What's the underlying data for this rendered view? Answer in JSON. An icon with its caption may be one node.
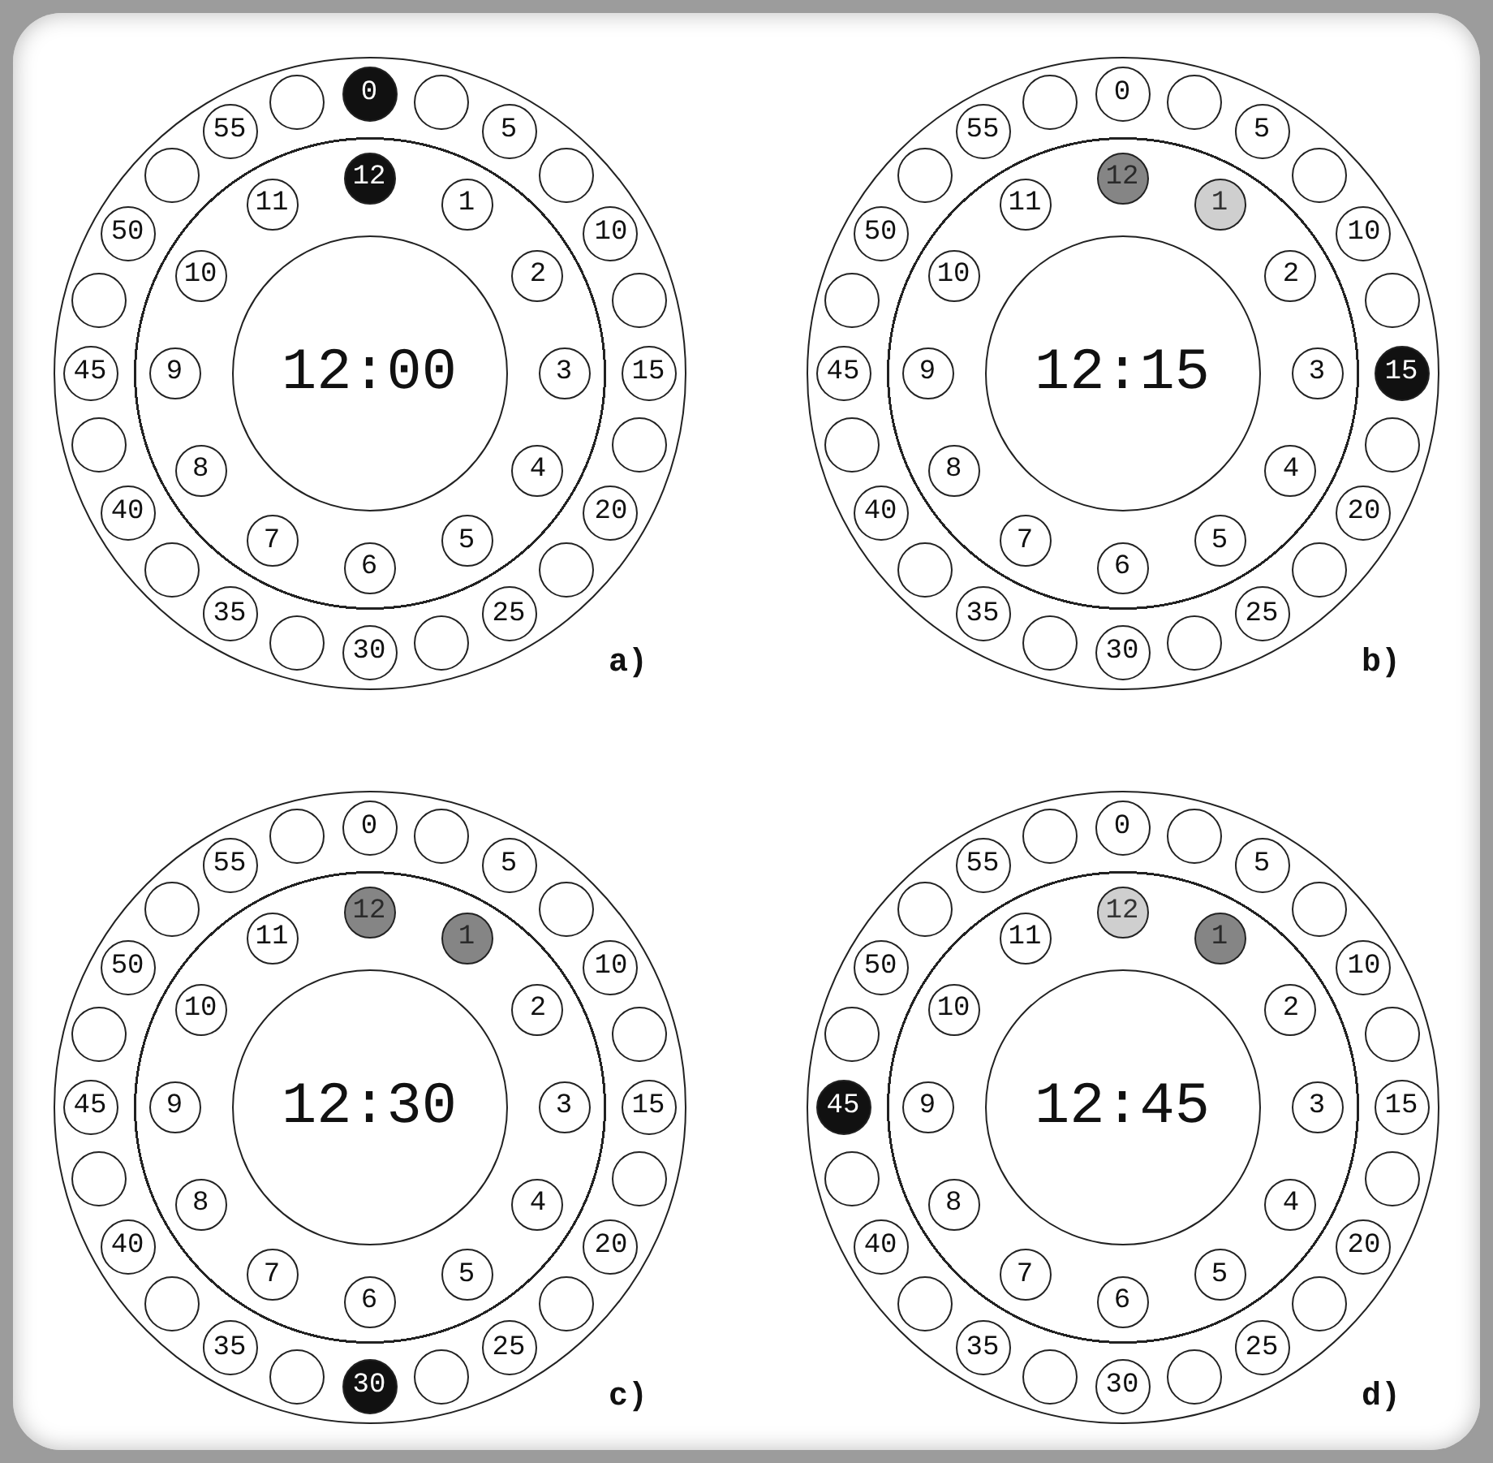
{
  "diagram": {
    "nodes": [
      {
        "text": [],
        "shape": "circle",
        "beside": [
          "a)"
        ]
      },
      {
        "text": [
          "0"
        ],
        "in": 0
      },
      {
        "text": [],
        "shape": "circle",
        "in": 0
      },
      {
        "text": [
          "5"
        ],
        "in": 0
      },
      {
        "text": [],
        "shape": "circle",
        "in": 0
      },
      {
        "text": [
          "10"
        ],
        "in": 0
      },
      {
        "text": [],
        "shape": "circle",
        "in": 0
      },
      {
        "text": [
          "15"
        ],
        "in": 0
      },
      {
        "text": [],
        "shape": "circle",
        "in": 0
      },
      {
        "text": [
          "20"
        ],
        "in": 0
      },
      {
        "text": [],
        "shape": "circle",
        "in": 0
      },
      {
        "text": [
          "25"
        ],
        "in": 0
      },
      {
        "text": [],
        "shape": "circle",
        "in": 0
      },
      {
        "text": [
          "30"
        ],
        "in": 0
      },
      {
        "text": [],
        "shape": "circle",
        "in": 0
      },
      {
        "text": [
          "35"
        ],
        "in": 0
      },
      {
        "text": [],
        "shape": "circle",
        "in": 0
      },
      {
        "text": [
          "40"
        ],
        "in": 0
      },
      {
        "text": [],
        "shape": "circle",
        "in": 0
      },
      {
        "text": [
          "45"
        ],
        "in": 0
      },
      {
        "text": [],
        "shape": "circle",
        "in": 0
      },
      {
        "text": [
          "50"
        ],
        "in": 0
      },
      {
        "text": [],
        "shape": "circle",
        "in": 0
      },
      {
        "text": [
          "55"
        ],
        "in": 0
      },
      {
        "text": [],
        "shape": "circle",
        "in": 0
      },
      {
        "text": [
          "12"
        ],
        "in": 0
      },
      {
        "text": [
          "1"
        ],
        "in": 0
      },
      {
        "text": [
          "2"
        ],
        "in": 0
      },
      {
        "text": [
          "3"
        ],
        "in": 0
      },
      {
        "text": [
          "4"
        ],
        "in": 0
      },
      {
        "text": [
          "5"
        ],
        "in": 0
      },
      {
        "text": [
          "6"
        ],
        "in": 0
      },
      {
        "text": [
          "7"
        ],
        "in": 0
      },
      {
        "text": [
          "8"
        ],
        "in": 0
      },
      {
        "text": [
          "9"
        ],
        "in": 0
      },
      {
        "text": [
          "10"
        ],
        "in": 0
      },
      {
        "text": [
          "11"
        ],
        "in": 0
      },
      {
        "text": [
          "12:00"
        ],
        "in": 0
      },
      {
        "text": [],
        "shape": "circle",
        "beside": [
          "b)"
        ]
      },
      {
        "text": [
          "0"
        ],
        "in": 38
      },
      {
        "text": [],
        "shape": "circle",
        "in": 38
      },
      {
        "text": [
          "5"
        ],
        "in": 38
      },
      {
        "text": [],
        "shape": "circle",
        "in": 38
      },
      {
        "text": [
          "10"
        ],
        "in": 38
      },
      {
        "text": [],
        "shape": "circle",
        "in": 38
      },
      {
        "text": [
          "15"
        ],
        "in": 38
      },
      {
        "text": [],
        "shape": "circle",
        "in": 38
      },
      {
        "text": [
          "20"
        ],
        "in": 38
      },
      {
        "text": [],
        "shape": "circle",
        "in": 38
      },
      {
        "text": [
          "25"
        ],
        "in": 38
      },
      {
        "text": [],
        "shape": "circle",
        "in": 38
      },
      {
        "text": [
          "30"
        ],
        "in": 38
      },
      {
        "text": [],
        "shape": "circle",
        "in": 38
      },
      {
        "text": [
          "35"
        ],
        "in": 38
      },
      {
        "text": [],
        "shape": "circle",
        "in": 38
      },
      {
        "text": [
          "40"
        ],
        "in": 38
      },
      {
        "text": [],
        "shape": "circle",
        "in": 38
      },
      {
        "text": [
          "45"
        ],
        "in": 38
      },
      {
        "text": [],
        "shape": "circle",
        "in": 38
      },
      {
        "text": [
          "50"
        ],
        "in": 38
      },
      {
        "text": [],
        "shape": "circle",
        "in": 38
      },
      {
        "text": [
          "55"
        ],
        "in": 38
      },
      {
        "text": [],
        "shape": "circle",
        "in": 38
      },
      {
        "text": [
          "12"
        ],
        "in": 38
      },
      {
        "text": [
          "1"
        ],
        "in": 38
      },
      {
        "text": [
          "2"
        ],
        "in": 38
      },
      {
        "text": [
          "3"
        ],
        "in": 38
      },
      {
        "text": [
          "4"
        ],
        "in": 38
      },
      {
        "text": [
          "5"
        ],
        "in": 38
      },
      {
        "text": [
          "6"
        ],
        "in": 38
      },
      {
        "text": [
          "7"
        ],
        "in": 38
      },
      {
        "text": [
          "8"
        ],
        "in": 38
      },
      {
        "text": [
          "9"
        ],
        "in": 38
      },
      {
        "text": [
          "10"
        ],
        "in": 38
      },
      {
        "text": [
          "11"
        ],
        "in": 38
      },
      {
        "text": [
          "12:15"
        ],
        "in": 38
      },
      {
        "text": [],
        "shape": "circle",
        "beside": [
          "c)"
        ]
      },
      {
        "text": [
          "0"
        ],
        "in": 76
      },
      {
        "text": [],
        "shape": "circle",
        "in": 76
      },
      {
        "text": [
          "5"
        ],
        "in": 76
      },
      {
        "text": [],
        "shape": "circle",
        "in": 76
      },
      {
        "text": [
          "10"
        ],
        "in": 76
      },
      {
        "text": [],
        "shape": "circle",
        "in": 76
      },
      {
        "text": [
          "15"
        ],
        "in": 76
      },
      {
        "text": [],
        "shape": "circle",
        "in": 76
      },
      {
        "text": [
          "20"
        ],
        "in": 76
      },
      {
        "text": [],
        "shape": "circle",
        "in": 76
      },
      {
        "text": [
          "25"
        ],
        "in": 76
      },
      {
        "text": [],
        "shape": "circle",
        "in": 76
      },
      {
        "text": [
          "30"
        ],
        "in": 76
      },
      {
        "text": [],
        "shape": "circle",
        "in": 76
      },
      {
        "text": [
          "35"
        ],
        "in": 76
      },
      {
        "text": [],
        "shape": "circle",
        "in": 76
      },
      {
        "text": [
          "40"
        ],
        "in": 76
      },
      {
        "text": [],
        "shape": "circle",
        "in": 76
      },
      {
        "text": [
          "45"
        ],
        "in": 76
      },
      {
        "text": [],
        "shape": "circle",
        "in": 76
      },
      {
        "text": [
          "50"
        ],
        "in": 76
      },
      {
        "text": [],
        "shape": "circle",
        "in": 76
      },
      {
        "text": [
          "55"
        ],
        "in": 76
      },
      {
        "text": [],
        "shape": "circle",
        "in": 76
      },
      {
        "text": [
          "12"
        ],
        "in": 76
      },
      {
        "text": [
          "1"
        ],
        "in": 76
      },
      {
        "text": [
          "2"
        ],
        "in": 76
      },
      {
        "text": [
          "3"
        ],
        "in": 76
      },
      {
        "text": [
          "4"
        ],
        "in": 76
      },
      {
        "text": [
          "5"
        ],
        "in": 76
      },
      {
        "text": [
          "6"
        ],
        "in": 76
      },
      {
        "text": [
          "7"
        ],
        "in": 76
      },
      {
        "text": [
          "8"
        ],
        "in": 76
      },
      {
        "text": [
          "9"
        ],
        "in": 76
      },
      {
        "text": [
          "10"
        ],
        "in": 76
      },
      {
        "text": [
          "11"
        ],
        "in": 76
      },
      {
        "text": [
          "12:30"
        ],
        "in": 76
      },
      {
        "text": [],
        "shape": "circle",
        "beside": [
          "d)"
        ]
      },
      {
        "text": [
          "0"
        ],
        "in": 114
      },
      {
        "text": [],
        "shape": "circle",
        "in": 114
      },
      {
        "text": [
          "5"
        ],
        "in": 114
      },
      {
        "text": [],
        "shape": "circle",
        "in": 114
      },
      {
        "text": [
          "10"
        ],
        "in": 114
      },
      {
        "text": [],
        "shape": "circle",
        "in": 114
      },
      {
        "text": [
          "15"
        ],
        "in": 114
      },
      {
        "text": [],
        "shape": "circle",
        "in": 114
      },
      {
        "text": [
          "20"
        ],
        "in": 114
      },
      {
        "text": [],
        "shape": "circle",
        "in": 114
      },
      {
        "text": [
          "25"
        ],
        "in": 114
      },
      {
        "text": [],
        "shape": "circle",
        "in": 114
      },
      {
        "text": [
          "30"
        ],
        "in": 114
      },
      {
        "text": [],
        "shape": "circle",
        "in": 114
      },
      {
        "text": [
          "35"
        ],
        "in": 114
      },
      {
        "text": [],
        "shape": "circle",
        "in": 114
      },
      {
        "text": [
          "40"
        ],
        "in": 114
      },
      {
        "text": [],
        "shape": "circle",
        "in": 114
      },
      {
        "text": [
          "45"
        ],
        "in": 114
      },
      {
        "text": [],
        "shape": "circle",
        "in": 114
      },
      {
        "text": [
          "50"
        ],
        "in": 114
      },
      {
        "text": [],
        "shape": "circle",
        "in": 114
      },
      {
        "text": [
          "55"
        ],
        "in": 114
      },
      {
        "text": [],
        "shape": "circle",
        "in": 114
      },
      {
        "text": [
          "12"
        ],
        "in": 114
      },
      {
        "text": [
          "1"
        ],
        "in": 114
      },
      {
        "text": [
          "2"
        ],
        "in": 114
      },
      {
        "text": [
          "3"
        ],
        "in": 114
      },
      {
        "text": [
          "4"
        ],
        "in": 114
      },
      {
        "text": [
          "5"
        ],
        "in": 114
      },
      {
        "text": [
          "6"
        ],
        "in": 114
      },
      {
        "text": [
          "7"
        ],
        "in": 114
      },
      {
        "text": [
          "8"
        ],
        "in": 114
      },
      {
        "text": [
          "9"
        ],
        "in": 114
      },
      {
        "text": [
          "10"
        ],
        "in": 114
      },
      {
        "text": [
          "11"
        ],
        "in": 114
      },
      {
        "text": [
          "12:45"
        ],
        "in": 114
      }
    ]
  }
}
